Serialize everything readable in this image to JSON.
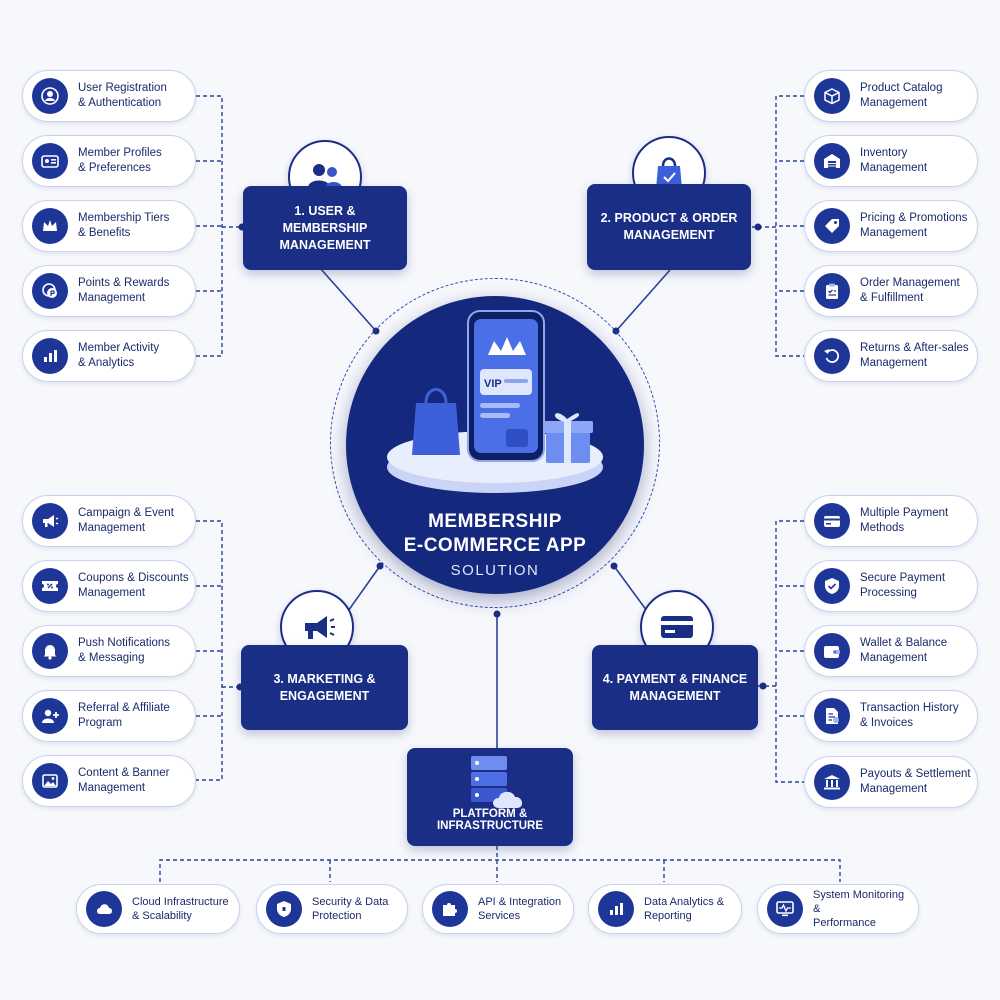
{
  "hub": {
    "title": "MEMBERSHIP\nE-COMMERCE APP",
    "subtitle": "SOLUTION",
    "vip_label": "VIP"
  },
  "categories": [
    {
      "title": "1. USER & MEMBERSHIP\nMANAGEMENT",
      "icon": "users-icon"
    },
    {
      "title": "2. PRODUCT & ORDER\nMANAGEMENT",
      "icon": "shopping-bag-icon"
    },
    {
      "title": "3. MARKETING & ENGAGEMENT",
      "icon": "megaphone-icon"
    },
    {
      "title": "4. PAYMENT & FINANCE\nMANAGEMENT",
      "icon": "credit-card-icon"
    },
    {
      "title": "PLATFORM & INFRASTRUCTURE",
      "icon": "server-cloud-icon"
    }
  ],
  "user_membership": [
    {
      "label": "User Registration\n& Authentication",
      "icon": "user-circle-icon"
    },
    {
      "label": "Member Profiles\n& Preferences",
      "icon": "id-card-icon"
    },
    {
      "label": "Membership Tiers\n& Benefits",
      "icon": "crown-icon"
    },
    {
      "label": "Points & Rewards\nManagement",
      "icon": "coins-icon"
    },
    {
      "label": "Member Activity\n& Analytics",
      "icon": "bar-chart-icon"
    }
  ],
  "product_order": [
    {
      "label": "Product Catalog\nManagement",
      "icon": "box-icon"
    },
    {
      "label": "Inventory\nManagement",
      "icon": "warehouse-icon"
    },
    {
      "label": "Pricing & Promotions\nManagement",
      "icon": "price-tag-icon"
    },
    {
      "label": "Order Management\n& Fulfillment",
      "icon": "clipboard-icon"
    },
    {
      "label": "Returns & After-sales\nManagement",
      "icon": "return-icon"
    }
  ],
  "marketing": [
    {
      "label": "Campaign & Event\nManagement",
      "icon": "megaphone-icon"
    },
    {
      "label": "Coupons & Discounts\nManagement",
      "icon": "coupon-icon"
    },
    {
      "label": "Push Notifications\n& Messaging",
      "icon": "bell-icon"
    },
    {
      "label": "Referral & Affiliate\nProgram",
      "icon": "user-plus-icon"
    },
    {
      "label": "Content & Banner\nManagement",
      "icon": "image-icon"
    }
  ],
  "payment": [
    {
      "label": "Multiple Payment\nMethods",
      "icon": "card-icon"
    },
    {
      "label": "Secure Payment\nProcessing",
      "icon": "shield-check-icon"
    },
    {
      "label": "Wallet & Balance\nManagement",
      "icon": "wallet-icon"
    },
    {
      "label": "Transaction History\n& Invoices",
      "icon": "invoice-icon"
    },
    {
      "label": "Payouts & Settlement\nManagement",
      "icon": "bank-icon"
    }
  ],
  "platform": [
    {
      "label": "Cloud Infrastructure\n& Scalability",
      "icon": "cloud-icon"
    },
    {
      "label": "Security & Data\nProtection",
      "icon": "shield-icon"
    },
    {
      "label": "API & Integration\nServices",
      "icon": "puzzle-icon"
    },
    {
      "label": "Data Analytics &\nReporting",
      "icon": "bar-chart-icon"
    },
    {
      "label": "System Monitoring &\nPerformance",
      "icon": "monitor-icon"
    }
  ],
  "colors": {
    "primary": "#1a2e86",
    "accent": "#3f63e0",
    "background": "#f7f8fc",
    "border": "#c9d2ee"
  }
}
